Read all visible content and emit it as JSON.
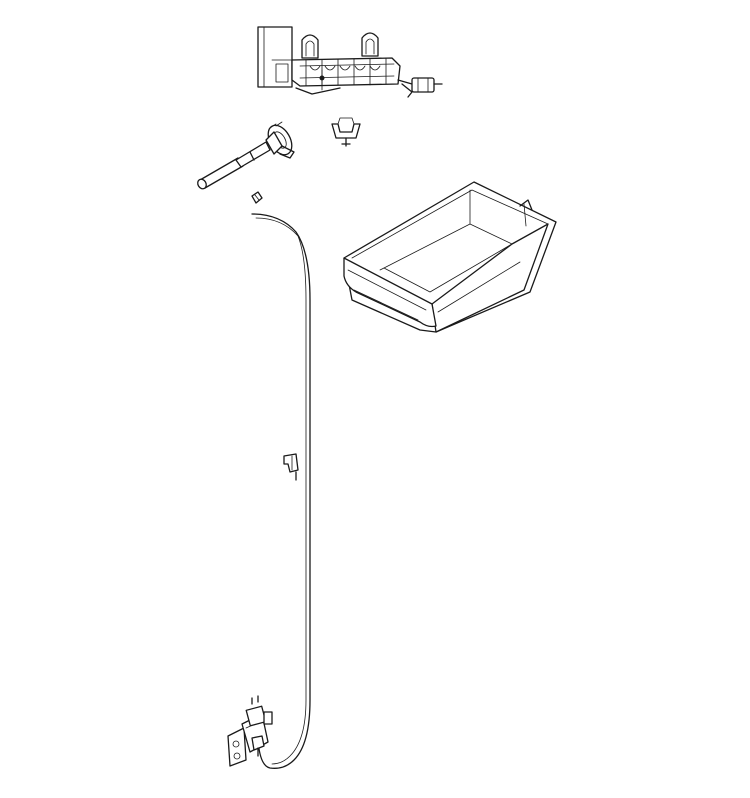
{
  "diagram": {
    "kind": "exploded-parts-illustration",
    "background": "#ffffff",
    "line_color": "#1a1a1a",
    "parts": [
      {
        "id": "ice-maker-assembly"
      },
      {
        "id": "fill-tube"
      },
      {
        "id": "tube-clip"
      },
      {
        "id": "small-fitting"
      },
      {
        "id": "ice-bucket"
      },
      {
        "id": "water-supply-tube"
      },
      {
        "id": "tube-retainer-clip"
      },
      {
        "id": "water-valve"
      }
    ]
  }
}
